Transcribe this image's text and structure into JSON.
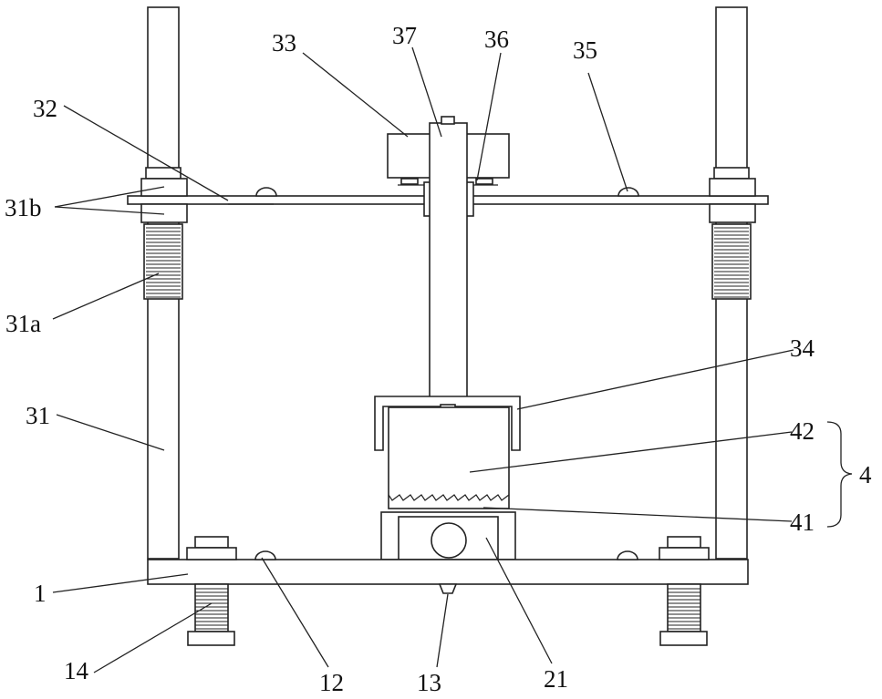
{
  "labels": {
    "l1": "1",
    "l12": "12",
    "l13": "13",
    "l14": "14",
    "l21": "21",
    "l31": "31",
    "l31a": "31a",
    "l31b": "31b",
    "l32": "32",
    "l33": "33",
    "l34": "34",
    "l35": "35",
    "l36": "36",
    "l37": "37",
    "l41": "41",
    "l42": "42",
    "l4": "4"
  }
}
